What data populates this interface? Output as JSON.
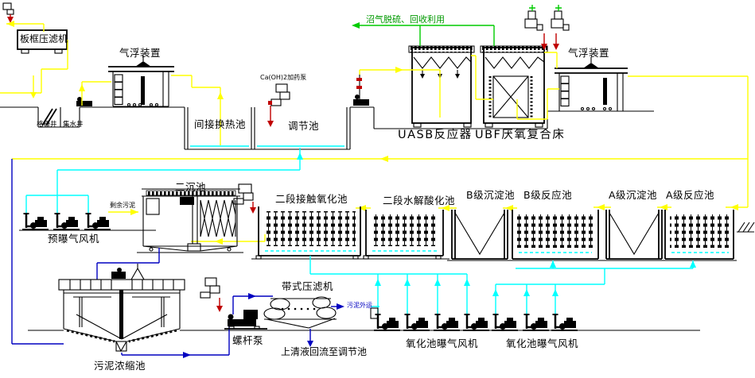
{
  "diagram_type": "wastewater-treatment-process-flow-cad",
  "labels": {
    "plate_filter_press": "板框压滤机",
    "screen_well": "格栅井",
    "collection_well": "集水井",
    "air_flotation_left": "气浮装置",
    "indirect_heat_pool": "间接换热池",
    "caoh2_dosing": "Ca(OH)2加药泵",
    "regulation_pool": "调节池",
    "biogas_note": "沼气脱硫、回收利用",
    "uasb_reactor": "UASB反应器",
    "ubf_reactor": "UBF厌氧复合床",
    "air_flotation_right": "气浮装置",
    "secondary_clarifier": "二沉池",
    "pre_aeration_blower": "预曝气风机",
    "excess_sludge": "剩余污泥",
    "contact_oxidation_tank": "二段接触氧化池",
    "hydrolysis_tank": "二段水解酸化池",
    "b_sedimentation_tank": "B级沉淀池",
    "b_reaction_tank": "B级反应池",
    "a_sedimentation_tank": "A级沉淀池",
    "a_reaction_tank": "A级反应池",
    "sludge_thickener": "污泥浓缩池",
    "screw_pump": "螺杆泵",
    "belt_filter_press": "带式压滤机",
    "sludge_outbound": "污泥外运",
    "supernatant_return": "上清液回流至调节池",
    "oxidation_blower_left": "氧化池曝气风机",
    "oxidation_blower_right": "氧化池曝气风机"
  },
  "colors": {
    "background": "#ffffff",
    "line": "#000000",
    "pipe_yellow": "#ffff00",
    "pipe_cyan": "#00ffff",
    "pipe_green": "#00cc00",
    "pipe_blue": "#0000c0",
    "pipe_red": "#c00000",
    "text": "#000000",
    "text_green": "#009900",
    "text_blue": "#0000c0"
  }
}
